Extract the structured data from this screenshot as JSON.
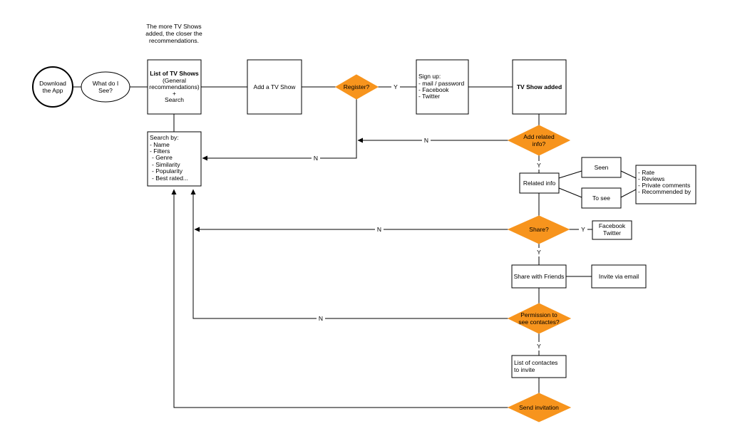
{
  "nodes": {
    "note": [
      "The more TV Shows",
      "added, the closer the",
      "recommendations."
    ],
    "download": [
      "Download",
      "the App"
    ],
    "what_do_i_see": [
      "What do I",
      "See?"
    ],
    "list_tv_shows": {
      "title": "List of TV Shows",
      "lines": [
        "(General",
        "recommendations)",
        "+",
        "Search"
      ]
    },
    "add_tv_show": "Add a TV Show",
    "register": "Register?",
    "signup": [
      "Sign up:",
      "- mail / password",
      "- Facebook",
      "- Twitter"
    ],
    "tv_show_added": "TV Show added",
    "search_by": [
      "Search by:",
      "- Name",
      "- Filters",
      "  - Genre",
      "  - Similarity",
      "  - Popularity",
      "  - Best rated..."
    ],
    "add_related": [
      "Add related",
      "info?"
    ],
    "related_info": "Related info",
    "seen": "Seen",
    "to_see": "To see",
    "ratings": [
      "- Rate",
      "- Reviews",
      "- Private comments",
      "- Recommended by"
    ],
    "share": "Share?",
    "share_targets": [
      "Facebook",
      "Twitter"
    ],
    "share_friends": "Share with Friends",
    "invite_email": "Invite via email",
    "permission": [
      "Permission to",
      "see contactes?"
    ],
    "contacts_list": [
      "List of contactes",
      "to invite"
    ],
    "send_invitation": "Send invitation"
  },
  "edge_labels": {
    "register_yes": "Y",
    "register_no": "N",
    "related_no": "N",
    "related_yes": "Y",
    "share_no": "N",
    "share_yes_right": "Y",
    "share_yes_down": "Y",
    "permission_no": "N",
    "permission_yes": "Y"
  }
}
